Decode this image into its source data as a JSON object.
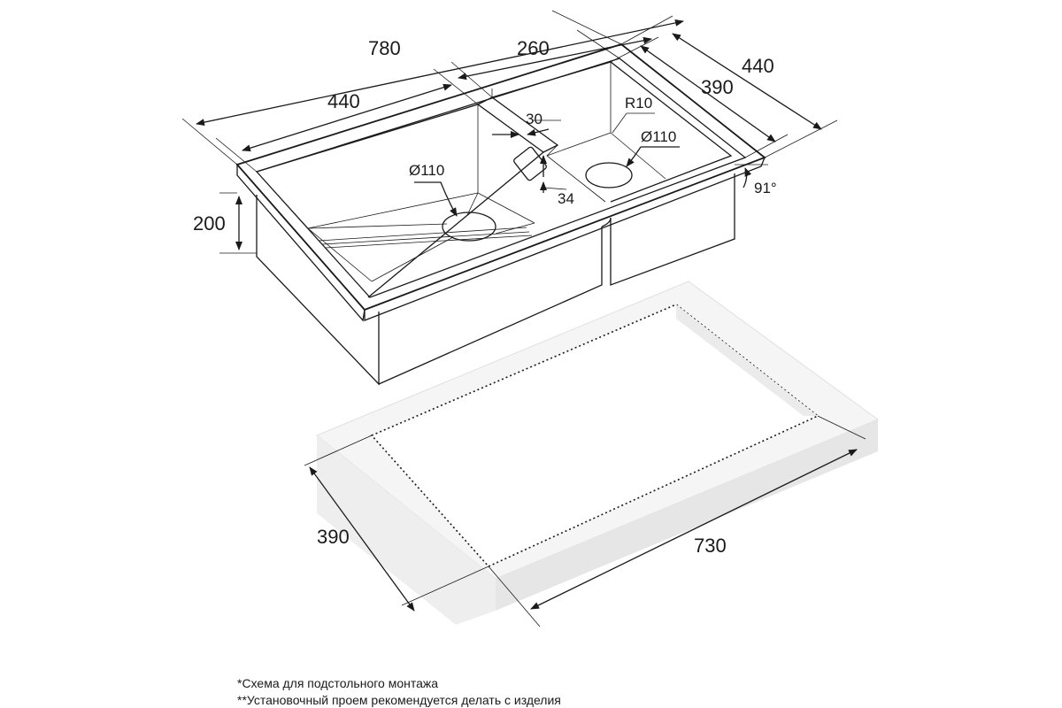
{
  "dimensions": {
    "total_length": "780",
    "bowl_left_length": "440",
    "bowl_right_length": "260",
    "total_width": "440",
    "inner_width": "390",
    "depth": "200",
    "divider_width": "30",
    "divider_height": "34",
    "corner_radius": "R10",
    "drain_left": "Ø110",
    "drain_right": "Ø110",
    "angle": "91°",
    "cutout_width": "390",
    "cutout_length": "730"
  },
  "notes": {
    "line1": "*Схема для подстольного монтажа",
    "line2": "**Установочный проем рекомендуется делать с изделия"
  },
  "colors": {
    "line": "#1a1a1a",
    "counter_top": "#f5f5f5",
    "counter_side": "#e6e6e6",
    "counter_edge": "#dadada"
  }
}
